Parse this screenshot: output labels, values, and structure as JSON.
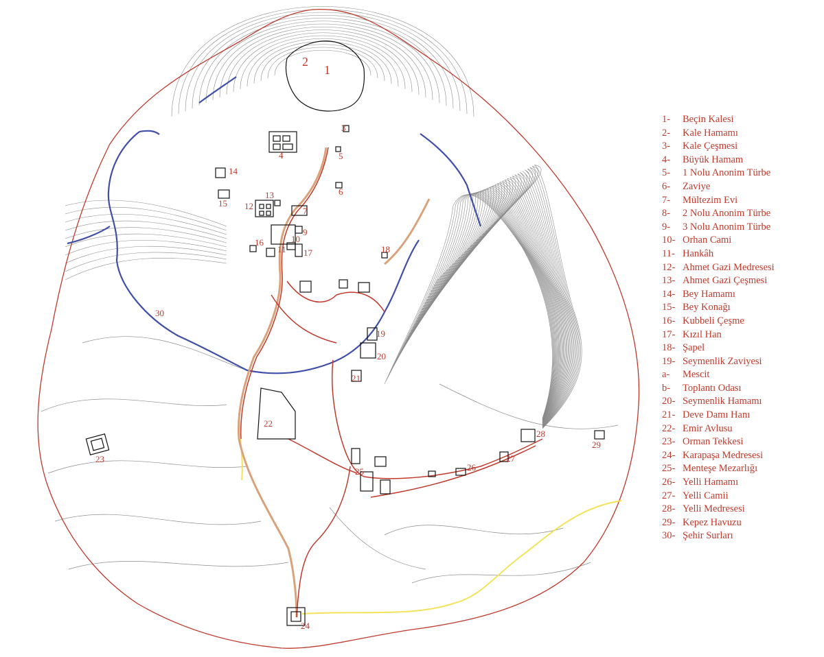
{
  "colors": {
    "boundary": "#c0392b",
    "wall": "#3f4fa8",
    "road_red": "#c0392b",
    "road_tan": "#d9a27a",
    "path_yellow": "#f2e35a",
    "contour": "#8a8a8a",
    "building": "#111111",
    "label": "#c0392b"
  },
  "map_labels": {
    "l1": "1",
    "l2": "2",
    "l3": "3",
    "l4": "4",
    "l5": "5",
    "l6": "6",
    "l7": "7",
    "l9": "9",
    "l10": "10",
    "l11": "11",
    "l12": "12",
    "l13": "13",
    "l14": "14",
    "l15": "15",
    "l16": "16",
    "l17": "17",
    "l18": "18",
    "l19": "19",
    "l20": "20",
    "l21": "21",
    "l22": "22",
    "l23": "23",
    "l24": "24",
    "l25": "25",
    "l26": "26",
    "l27": "27",
    "l28": "28",
    "l29": "29",
    "l30": "30"
  },
  "legend": [
    {
      "key": "1-",
      "name": "Beçin Kalesi"
    },
    {
      "key": "2-",
      "name": "Kale Hamamı"
    },
    {
      "key": "3-",
      "name": "Kale Çeşmesi"
    },
    {
      "key": "4-",
      "name": "Büyük Hamam"
    },
    {
      "key": "5-",
      "name": "1 Nolu Anonim Türbe"
    },
    {
      "key": "6-",
      "name": "Zaviye"
    },
    {
      "key": "7-",
      "name": "Mültezim Evi"
    },
    {
      "key": "8-",
      "name": "2 Nolu Anonim Türbe"
    },
    {
      "key": "9-",
      "name": "3 Nolu Anonim Türbe"
    },
    {
      "key": "10-",
      "name": "Orhan Cami"
    },
    {
      "key": "11-",
      "name": "Hankâh"
    },
    {
      "key": "12-",
      "name": "Ahmet Gazi Medresesi"
    },
    {
      "key": "13-",
      "name": "Ahmet Gazi Çeşmesi"
    },
    {
      "key": "14-",
      "name": "Bey Hamamı"
    },
    {
      "key": "15-",
      "name": "Bey Konağı"
    },
    {
      "key": "16-",
      "name": "Kubbeli Çeşme"
    },
    {
      "key": "17-",
      "name": "Kızıl Han"
    },
    {
      "key": "18-",
      "name": "Şapel"
    },
    {
      "key": "19-",
      "name": "Seymenlik Zaviyesi"
    },
    {
      "key": "a-",
      "name": "Mescit"
    },
    {
      "key": "b-",
      "name": "Toplantı Odası"
    },
    {
      "key": "20-",
      "name": "Seymenlik Hamamı"
    },
    {
      "key": "21-",
      "name": "Deve Damı Hanı"
    },
    {
      "key": "22-",
      "name": "Emir Avlusu"
    },
    {
      "key": "23-",
      "name": "Orman Tekkesi"
    },
    {
      "key": "24-",
      "name": "Karapaşa Medresesi"
    },
    {
      "key": "25-",
      "name": "Menteşe Mezarlığı"
    },
    {
      "key": "26-",
      "name": "Yelli Hamamı"
    },
    {
      "key": "27-",
      "name": "Yelli Camii"
    },
    {
      "key": "28-",
      "name": "Yelli Medresesi"
    },
    {
      "key": "29-",
      "name": "Kepez Havuzu"
    },
    {
      "key": "30-",
      "name": "Şehir Surları"
    }
  ]
}
